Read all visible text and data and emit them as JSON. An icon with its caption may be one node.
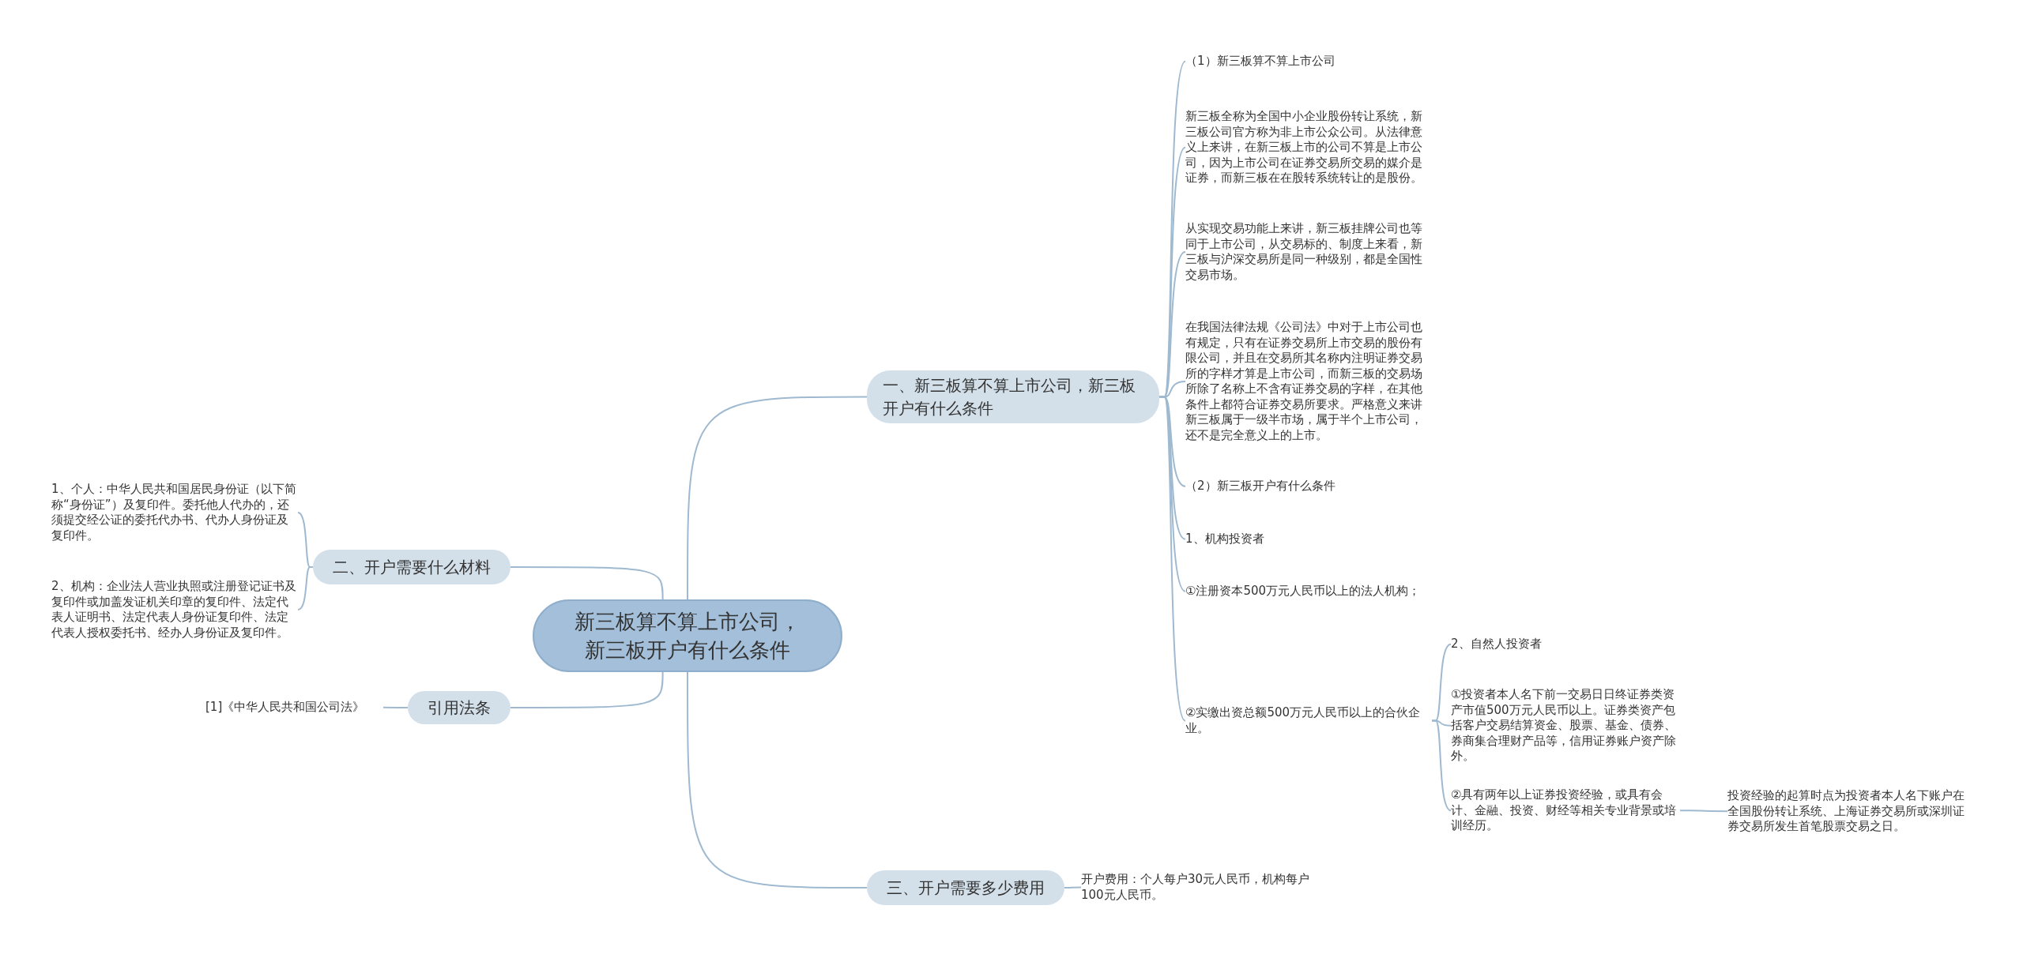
{
  "diagram": {
    "nodes": [
      {
        "text": [
          "新三板算不算上市公司，新三板开户有什么条件"
        ]
      },
      {
        "text": [
          "一、新三板算不算上市公司，新三板开户有什么条件"
        ]
      },
      {
        "text": [
          "（1）新三板算不算上市公司"
        ]
      },
      {
        "text": [
          "新三板全称为全国中小企业股份转让系统，新三板公司官方称为非上市公众公司。从法律意义上来讲，在新三板上市的公司不算是上市公司，因为上市公司在证券交易所交易的媒介是证券，而新三板在在股转系统转让的是股份。"
        ]
      },
      {
        "text": [
          "从实现交易功能上来讲，新三板挂牌公司也等同于上市公司，从交易标的、制度上来看，新三板与沪深交易所是同一种级别，都是全国性交易市场。"
        ]
      },
      {
        "text": [
          "在我国法律法规《公司法》中对于上市公司也有规定，只有在证券交易所上市交易的股份有限公司，并且在交易所其名称内注明证券交易所的字样才算是上市公司，而新三板的交易场所除了名称上不含有证券交易的字样，在其他条件上都符合证券交易所要求。严格意义来讲新三板属于一级半市场，属于半个上市公司，还不是完全意义上的上市。"
        ]
      },
      {
        "text": [
          "（2）新三板开户有什么条件"
        ]
      },
      {
        "text": [
          "1、机构投资者"
        ]
      },
      {
        "text": [
          "①注册资本500万元人民币以上的法人机构；"
        ]
      },
      {
        "text": [
          "②实缴出资总额500万元人民币以上的合伙企业。"
        ]
      },
      {
        "text": [
          "2、自然人投资者"
        ]
      },
      {
        "text": [
          "①投资者本人名下前一交易日日终证券类资产市值500万元人民币以上。证券类资产包括客户交易结算资金、股票、基金、债券、券商集合理财产品等，信用证券账户资产除外。"
        ]
      },
      {
        "text": [
          "②具有两年以上证券投资经验，或具有会计、金融、投资、财经等相关专业背景或培训经历。"
        ]
      },
      {
        "text": [
          "投资经验的起算时点为投资者本人名下账户在全国股份转让系统、上海证券交易所或深圳证券交易所发生首笔股票交易之日。"
        ]
      },
      {
        "text": [
          "二、开户需要什么材料"
        ]
      },
      {
        "text": [
          "1、个人：中华人民共和国居民身份证（以下简称“身份证”）及复印件。委托他人代办的，还须提交经公证的委托代办书、代办人身份证及复印件。"
        ]
      },
      {
        "text": [
          "2、机构：企业法人营业执照或注册登记证书及复印件或加盖发证机关印章的复印件、法定代表人证明书、法定代表人身份证复印件、法定代表人授权委托书、经办人身份证及复印件。"
        ]
      },
      {
        "text": [
          "引用法条"
        ]
      },
      {
        "text": [
          "[1]《中华人民共和国公司法》"
        ]
      },
      {
        "text": [
          "三、开户需要多少费用"
        ]
      },
      {
        "text": [
          "开户费用：个人每户30元人民币，机构每户100元人民币。"
        ]
      }
    ],
    "edges": [
      {
        "from": 0,
        "to": 1,
        "arrow": "none"
      },
      {
        "from": 1,
        "to": 2,
        "arrow": "none"
      },
      {
        "from": 1,
        "to": 3,
        "arrow": "none"
      },
      {
        "from": 1,
        "to": 4,
        "arrow": "none"
      },
      {
        "from": 1,
        "to": 5,
        "arrow": "none"
      },
      {
        "from": 1,
        "to": 6,
        "arrow": "none"
      },
      {
        "from": 1,
        "to": 7,
        "arrow": "none"
      },
      {
        "from": 1,
        "to": 8,
        "arrow": "none"
      },
      {
        "from": 1,
        "to": 9,
        "arrow": "none"
      },
      {
        "from": 9,
        "to": 10,
        "arrow": "none"
      },
      {
        "from": 9,
        "to": 11,
        "arrow": "none"
      },
      {
        "from": 9,
        "to": 12,
        "arrow": "none"
      },
      {
        "from": 12,
        "to": 13,
        "arrow": "none"
      },
      {
        "from": 0,
        "to": 14,
        "arrow": "none"
      },
      {
        "from": 14,
        "to": 15,
        "arrow": "none"
      },
      {
        "from": 14,
        "to": 16,
        "arrow": "none"
      },
      {
        "from": 0,
        "to": 17,
        "arrow": "none"
      },
      {
        "from": 17,
        "to": 18,
        "arrow": "none"
      },
      {
        "from": 0,
        "to": 19,
        "arrow": "none"
      },
      {
        "from": 19,
        "to": 20,
        "arrow": "none"
      }
    ]
  }
}
